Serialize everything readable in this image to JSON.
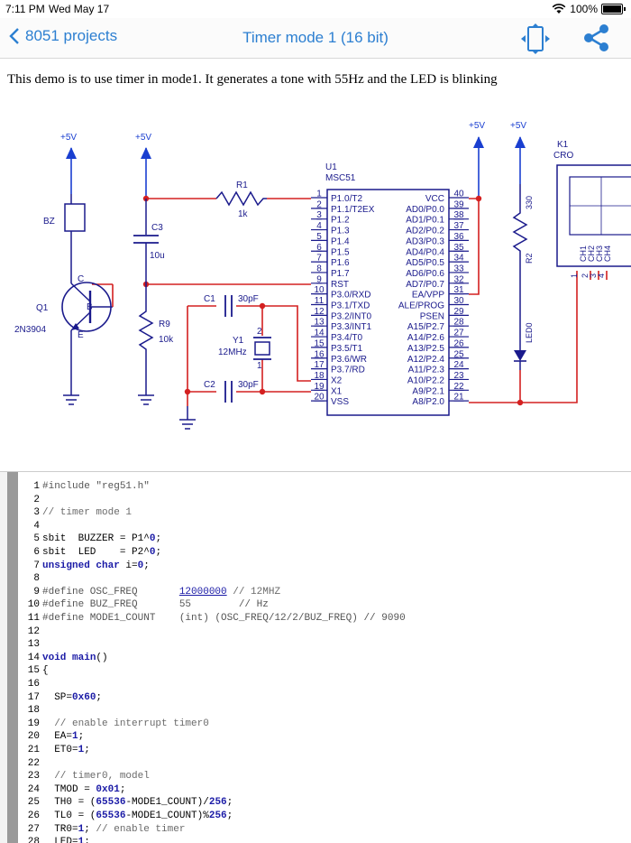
{
  "status_bar": {
    "time": "7:11 PM",
    "date": "Wed May 17",
    "battery": "100%"
  },
  "nav": {
    "back_label": "8051 projects",
    "title": "Timer mode 1 (16 bit)"
  },
  "description": "This demo is to use timer in mode1. It generates a tone with 55Hz and the LED is blinking",
  "schematic": {
    "supply_labels": [
      "+5V",
      "+5V",
      "+5V",
      "+5V"
    ],
    "buzzer": "BZ",
    "r1": {
      "ref": "R1",
      "value": "1k"
    },
    "c3": {
      "ref": "C3",
      "value": "10u"
    },
    "q1": {
      "ref": "Q1",
      "part": "2N3904",
      "pins": [
        "C",
        "B",
        "E"
      ]
    },
    "r9": {
      "ref": "R9",
      "value": "10k"
    },
    "c1": {
      "ref": "C1",
      "value": "30pF"
    },
    "c2": {
      "ref": "C2",
      "value": "30pF"
    },
    "y1": {
      "ref": "Y1",
      "value": "12MHz",
      "pins": [
        "2",
        "1"
      ]
    },
    "u1": {
      "ref": "U1",
      "part": "MSC51"
    },
    "r2": {
      "ref": "R2",
      "value": "330"
    },
    "led": "LED0",
    "k1": {
      "ref": "K1",
      "part": "CRO",
      "channels": [
        "CH1",
        "CH2",
        "CH3",
        "CH4"
      ],
      "pins": [
        "1",
        "2",
        "3",
        "4"
      ]
    },
    "left_pins": [
      {
        "num": "1",
        "name": "P1.0/T2"
      },
      {
        "num": "2",
        "name": "P1.1/T2EX"
      },
      {
        "num": "3",
        "name": "P1.2"
      },
      {
        "num": "4",
        "name": "P1.3"
      },
      {
        "num": "5",
        "name": "P1.4"
      },
      {
        "num": "6",
        "name": "P1.5"
      },
      {
        "num": "7",
        "name": "P1.6"
      },
      {
        "num": "8",
        "name": "P1.7"
      },
      {
        "num": "9",
        "name": "RST"
      },
      {
        "num": "10",
        "name": "P3.0/RXD"
      },
      {
        "num": "11",
        "name": "P3.1/TXD"
      },
      {
        "num": "12",
        "name": "P3.2/INT0"
      },
      {
        "num": "13",
        "name": "P3.3/INT1"
      },
      {
        "num": "14",
        "name": "P3.4/T0"
      },
      {
        "num": "15",
        "name": "P3.5/T1"
      },
      {
        "num": "16",
        "name": "P3.6/WR"
      },
      {
        "num": "17",
        "name": "P3.7/RD"
      },
      {
        "num": "18",
        "name": "X2"
      },
      {
        "num": "19",
        "name": "X1"
      },
      {
        "num": "20",
        "name": "VSS"
      }
    ],
    "right_pins": [
      {
        "num": "40",
        "name": "VCC"
      },
      {
        "num": "39",
        "name": "AD0/P0.0"
      },
      {
        "num": "38",
        "name": "AD1/P0.1"
      },
      {
        "num": "37",
        "name": "AD2/P0.2"
      },
      {
        "num": "36",
        "name": "AD3/P0.3"
      },
      {
        "num": "35",
        "name": "AD4/P0.4"
      },
      {
        "num": "34",
        "name": "AD5/P0.5"
      },
      {
        "num": "33",
        "name": "AD6/P0.6"
      },
      {
        "num": "32",
        "name": "AD7/P0.7"
      },
      {
        "num": "31",
        "name": "EA/VPP"
      },
      {
        "num": "30",
        "name": "ALE/PROG"
      },
      {
        "num": "29",
        "name": "PSEN"
      },
      {
        "num": "28",
        "name": "A15/P2.7"
      },
      {
        "num": "27",
        "name": "A14/P2.6"
      },
      {
        "num": "26",
        "name": "A13/P2.5"
      },
      {
        "num": "25",
        "name": "A12/P2.4"
      },
      {
        "num": "24",
        "name": "A11/P2.3"
      },
      {
        "num": "23",
        "name": "A10/P2.2"
      },
      {
        "num": "22",
        "name": "A9/P2.1"
      },
      {
        "num": "21",
        "name": "A8/P2.0"
      }
    ]
  },
  "code_lines": [
    [
      {
        "t": "#include \"reg51.h\"",
        "c": "pp"
      }
    ],
    [],
    [
      {
        "t": "// timer mode 1",
        "c": "cmt"
      }
    ],
    [],
    [
      {
        "t": "sbit  BUZZER = P1^",
        "c": ""
      },
      {
        "t": "0",
        "c": "num"
      },
      {
        "t": ";",
        "c": ""
      }
    ],
    [
      {
        "t": "sbit  LED    = P2^",
        "c": ""
      },
      {
        "t": "0",
        "c": "num"
      },
      {
        "t": ";",
        "c": ""
      }
    ],
    [
      {
        "t": "unsigned char",
        "c": "kw"
      },
      {
        "t": " i=",
        "c": ""
      },
      {
        "t": "0",
        "c": "num"
      },
      {
        "t": ";",
        "c": ""
      }
    ],
    [],
    [
      {
        "t": "#define OSC_FREQ       ",
        "c": "pp"
      },
      {
        "t": "12000000",
        "c": "lnk"
      },
      {
        "t": " // 12MHZ",
        "c": "cmt"
      }
    ],
    [
      {
        "t": "#define BUZ_FREQ       55        // Hz",
        "c": "pp"
      }
    ],
    [
      {
        "t": "#define MODE1_COUNT    (int) (OSC_FREQ/12/2/BUZ_FREQ) // 9090",
        "c": "pp"
      }
    ],
    [],
    [],
    [
      {
        "t": "void",
        "c": "kw"
      },
      {
        "t": " ",
        "c": ""
      },
      {
        "t": "main",
        "c": "kw"
      },
      {
        "t": "()",
        "c": ""
      }
    ],
    [
      {
        "t": "{",
        "c": ""
      }
    ],
    [],
    [
      {
        "t": "  SP=",
        "c": ""
      },
      {
        "t": "0x60",
        "c": "num"
      },
      {
        "t": ";",
        "c": ""
      }
    ],
    [],
    [
      {
        "t": "  // enable interrupt timer0",
        "c": "cmt"
      }
    ],
    [
      {
        "t": "  EA=",
        "c": ""
      },
      {
        "t": "1",
        "c": "num"
      },
      {
        "t": ";",
        "c": ""
      }
    ],
    [
      {
        "t": "  ET0=",
        "c": ""
      },
      {
        "t": "1",
        "c": "num"
      },
      {
        "t": ";",
        "c": ""
      }
    ],
    [],
    [
      {
        "t": "  // timer0, model",
        "c": "cmt"
      }
    ],
    [
      {
        "t": "  TMOD = ",
        "c": ""
      },
      {
        "t": "0x01",
        "c": "num"
      },
      {
        "t": ";",
        "c": ""
      }
    ],
    [
      {
        "t": "  TH0 = (",
        "c": ""
      },
      {
        "t": "65536",
        "c": "num"
      },
      {
        "t": "-MODE1_COUNT)/",
        "c": ""
      },
      {
        "t": "256",
        "c": "num"
      },
      {
        "t": ";",
        "c": ""
      }
    ],
    [
      {
        "t": "  TL0 = (",
        "c": ""
      },
      {
        "t": "65536",
        "c": "num"
      },
      {
        "t": "-MODE1_COUNT)%",
        "c": ""
      },
      {
        "t": "256",
        "c": "num"
      },
      {
        "t": ";",
        "c": ""
      }
    ],
    [
      {
        "t": "  TR0=",
        "c": ""
      },
      {
        "t": "1",
        "c": "num"
      },
      {
        "t": "; ",
        "c": ""
      },
      {
        "t": "// enable timer",
        "c": "cmt"
      }
    ],
    [
      {
        "t": "  LED=",
        "c": ""
      },
      {
        "t": "1",
        "c": "num"
      },
      {
        "t": ";",
        "c": ""
      }
    ]
  ],
  "colors": {
    "accent": "#2c7fd1",
    "wire": "#d42020",
    "schematic": "#1a1a8c",
    "supply": "#1a3fd0"
  },
  "icons": [
    "chevron-left-icon",
    "wifi-icon",
    "battery-icon",
    "screen-rotate-icon",
    "share-icon"
  ]
}
